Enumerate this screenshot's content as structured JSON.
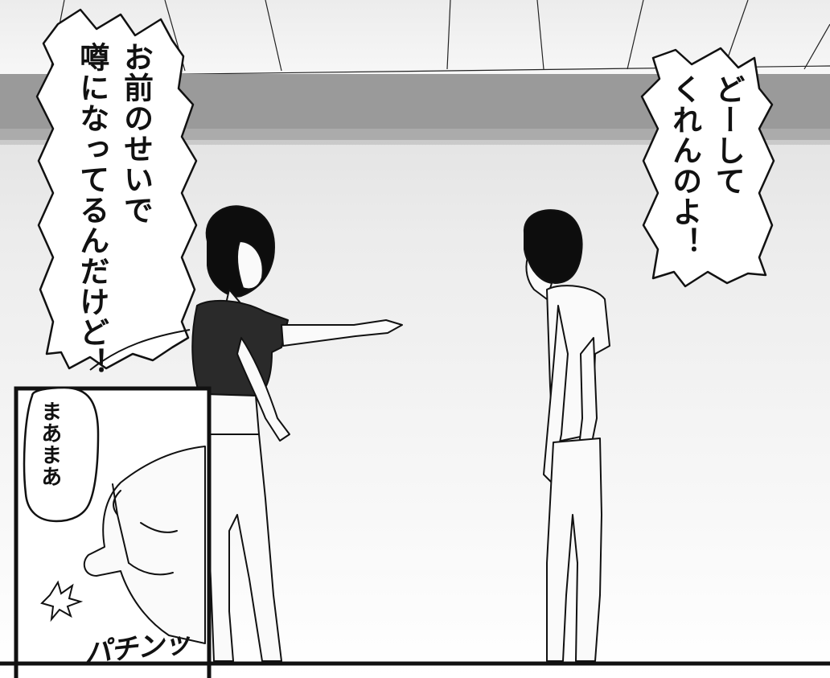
{
  "bubbles": {
    "left_speech": "お前のせいで\n噂になってるんだけど！",
    "right_speech": "どーして\nくれんのよ！",
    "inset_speech": "まあまあ"
  },
  "sfx": {
    "snap": "パチンッ"
  }
}
